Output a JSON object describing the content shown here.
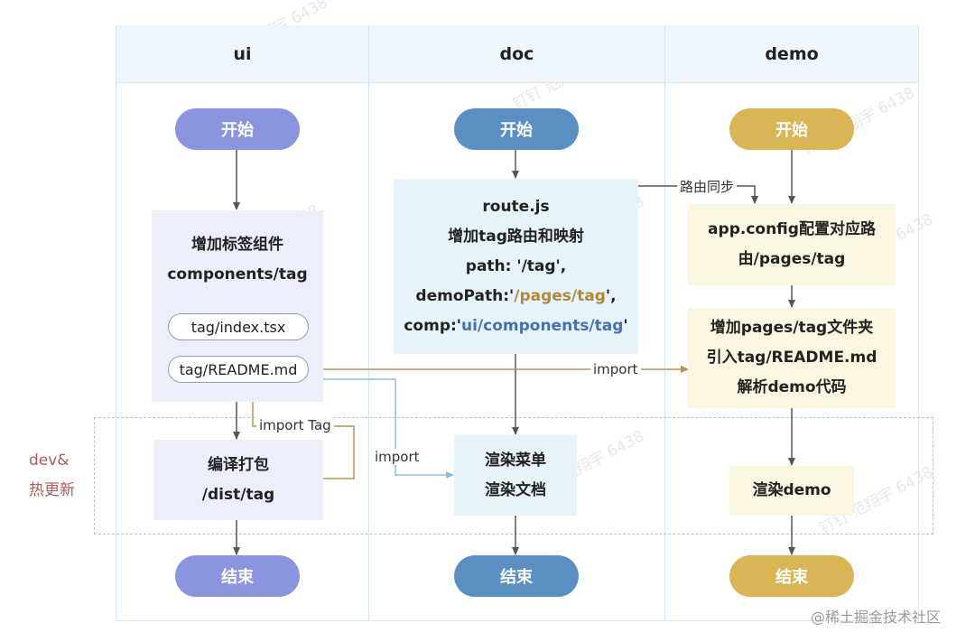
{
  "lanes": {
    "ui": "ui",
    "doc": "doc",
    "demo": "demo"
  },
  "ui": {
    "start": "开始",
    "add_component_line1": "增加标签组件",
    "add_component_line2": "components/tag",
    "file_index": "tag/index.tsx",
    "file_readme": "tag/README.md",
    "build_line1": "编译打包",
    "build_line2": "/dist/tag",
    "end": "结束"
  },
  "doc": {
    "start": "开始",
    "route_line1": "route.js",
    "route_line2": "增加tag路由和映射",
    "route_line3": "path: '/tag',",
    "route_line4_prefix": "demoPath:'",
    "route_line4_value": "/pages/tag",
    "route_line4_suffix": "',",
    "route_line5_prefix": "comp:'",
    "route_line5_value": "ui/components/tag",
    "route_line5_suffix": "'",
    "render_line1": "渲染菜单",
    "render_line2": "渲染文档",
    "end": "结束"
  },
  "demo": {
    "start": "开始",
    "config_line1": "app.config配置对应路",
    "config_line2": "由/pages/tag",
    "folder_line1": "增加pages/tag文件夹",
    "folder_line2": "引入tag/README.md",
    "folder_line3": "解析demo代码",
    "render": "渲染demo",
    "end": "结束"
  },
  "edge_labels": {
    "route_sync": "路由同步",
    "import_right": "import",
    "import_tag": "import Tag",
    "import_doc": "import"
  },
  "side_label": {
    "line1": "dev&",
    "line2": "热更新"
  },
  "watermark": "@稀土掘金技术社区",
  "bg_watermark": "钉钉 范翔宇 6438",
  "colors": {
    "ui_pill": "#8b95df",
    "doc_pill": "#5b8fc4",
    "demo_pill": "#d9b556",
    "ui_box": "#eceefb",
    "doc_box": "#e6f3f8",
    "demo_box": "#fbf6e1",
    "arrow": "#555555",
    "import_line": "#b0955a",
    "import_blue": "#8fbfdf",
    "demoPath_text": "#b08a3a",
    "comp_text": "#4a6fb0"
  }
}
